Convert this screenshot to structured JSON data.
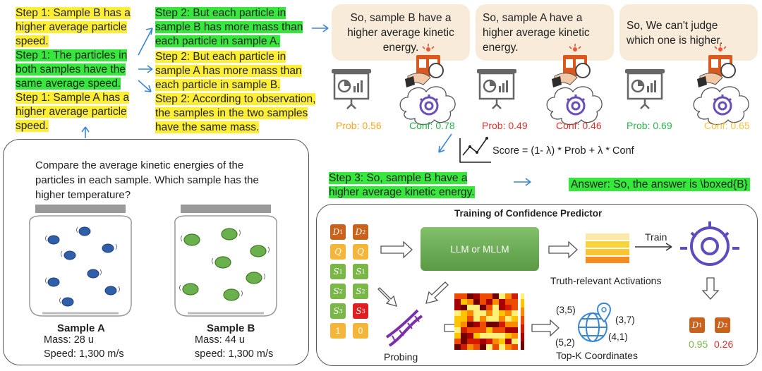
{
  "step1": {
    "sampleB": [
      "Step 1: Sample B has a",
      "higher average particle",
      "speed."
    ],
    "same": [
      "Step 1: The particles in",
      "both samples have the",
      "same average speed."
    ],
    "sampleA": [
      "Step 1: Sample A has a",
      "higher average particle",
      "speed."
    ]
  },
  "step2": {
    "b_more": [
      "Step 2: But each particle in",
      "sample B has more mass than",
      "each particle in sample A."
    ],
    "a_more": [
      "Step 2: But each particle in",
      "sample A has more mass than",
      "each particle in sample B."
    ],
    "same": [
      "Step 2: According to observation,",
      "the samples in the two samples",
      "have the same mass."
    ]
  },
  "bubbles": [
    {
      "text": [
        "So, sample B have a",
        "higher average kinetic",
        "energy."
      ],
      "prob": "Prob: 0.56",
      "conf": "Conf: 0.78",
      "prob_color": "#f5a623",
      "conf_color": "#2bb24c"
    },
    {
      "text": [
        "So, sample A have a",
        "higher average kinetic",
        "energy."
      ],
      "prob": "Prob: 0.49",
      "conf": "Conf: 0.46",
      "prob_color": "#e0322d",
      "conf_color": "#e0322d"
    },
    {
      "text": [
        "So, We can't judge",
        "which one is higher."
      ],
      "prob": "Prob: 0.69",
      "conf": "Conf: 0.65",
      "prob_color": "#2bb24c",
      "conf_color": "#f5c542"
    }
  ],
  "score_formula": "Score = (1- λ) * Prob + λ * Conf",
  "step3": [
    "Step 3: So, sample B have a",
    "higher average kinetic energy."
  ],
  "answer": "Answer: So, the answer is \\boxed{B}",
  "question": [
    "Compare the average kinetic energies of the",
    "particles in each sample. Which sample has the",
    "higher temperature?"
  ],
  "sampleA": {
    "title": "Sample A",
    "mass": "Mass: 28 u",
    "speed": "Speed: 1,300 m/s"
  },
  "sampleB": {
    "title": "Sample B",
    "mass": "Mass: 44 u",
    "speed": "speed: 1,300 m/s"
  },
  "training": {
    "title": "Training of Confidence Predictor",
    "llm": "LLM or MLLM",
    "train": "Train",
    "activations": "Truth-relevant Activations",
    "probing": "Probing",
    "topk": "Top-K Coordinates",
    "coords": [
      "(3,5)",
      "(3,7)",
      "(4,1)",
      "(5,2)"
    ],
    "left_col": [
      "D1",
      "Q",
      "S1",
      "S2",
      "S3",
      "1"
    ],
    "right_col": [
      "D2",
      "Q",
      "S1",
      "S2",
      "S3",
      "0"
    ],
    "out_d1": "D1",
    "out_d2": "D2",
    "out_d1_val": "0.95",
    "out_d2_val": "0.26",
    "colors": {
      "orange": "#c8621c",
      "yellow": "#f4b63a",
      "green": "#7ab648",
      "red": "#e02020",
      "llm": "#6aa84f"
    }
  }
}
